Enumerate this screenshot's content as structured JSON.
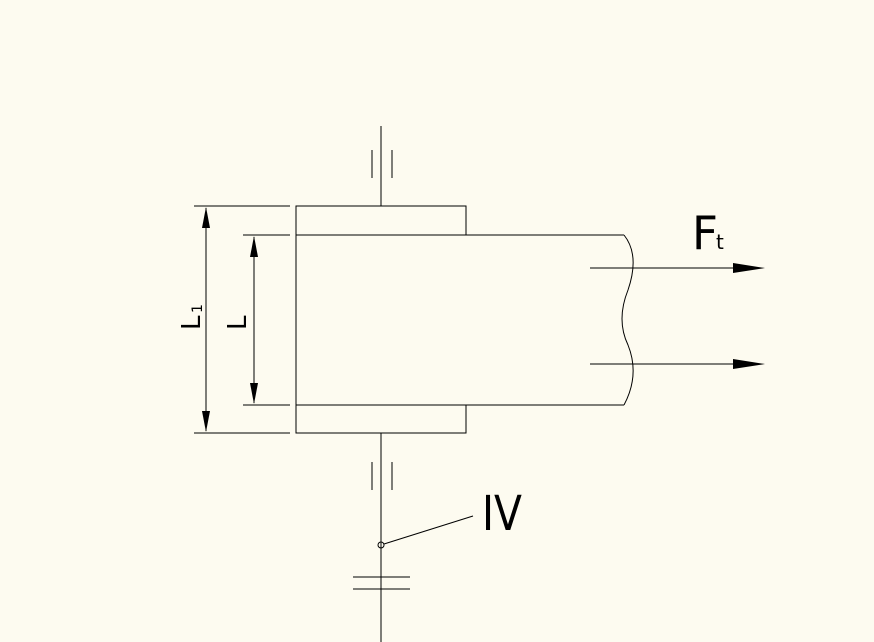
{
  "background_color": "#fdfbf0",
  "line_color": "#000000",
  "labels": {
    "force": "F",
    "force_sub": "t",
    "outer_dim": "L",
    "outer_dim_sub": "1",
    "inner_dim": "L",
    "section": "IV"
  }
}
